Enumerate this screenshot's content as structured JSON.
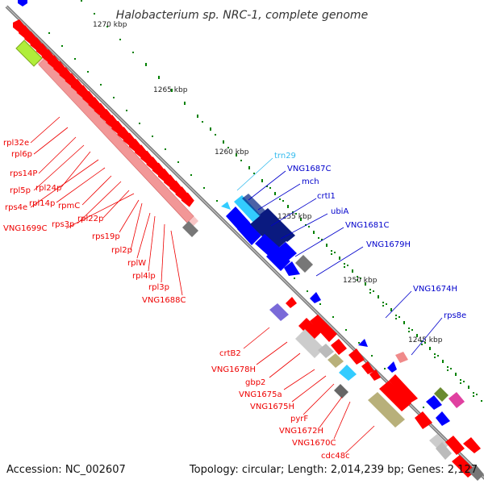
{
  "title": "Halobacterium sp. NRC-1, complete genome",
  "footer": {
    "accession": "Accession: NC_002607",
    "topology": "Topology: circular; Length: 2,014,239 bp; Genes: 2,127"
  },
  "scale_labels": [
    "1270 kbp",
    "1265 kbp",
    "1260 kbp",
    "1255 kbp",
    "1250 kbp",
    "1245 kbp"
  ],
  "colors": {
    "strand_forward": "#ff0000",
    "strand_reverse": "#0000ff",
    "pseudo_region": "#f28080",
    "rna_gene": "#33ccff",
    "misc_gray": "#999999",
    "olive": "#b8b07a",
    "green": "#7fb040",
    "magenta": "#e040a0",
    "navy": "#002080",
    "violet": "#7a6ad8",
    "label_left": "#ee0000",
    "label_right": "#0000cc",
    "label_trn": "#33bbee",
    "tick": "#008000"
  },
  "left_labels": [
    "rpl32e",
    "rpl6p",
    "rps14P",
    "rpl5p",
    "rpl24p",
    "rps4e",
    "rpl14p",
    "rpmC",
    "rps3p",
    "rpl22p",
    "VNG1699C",
    "rps19p",
    "rpl2p",
    "rplW",
    "rpl4lp",
    "rpl3p",
    "VNG1688C"
  ],
  "right_labels": [
    "trn29",
    "VNG1687C",
    "mch",
    "crtI1",
    "ubiA",
    "VNG1681C",
    "VNG1679H",
    "VNG1674H",
    "rps8e"
  ],
  "bottom_labels": [
    "crtB2",
    "VNG1678H",
    "gbp2",
    "VNG1675a",
    "VNG1675H",
    "pyrF",
    "VNG1672H",
    "VNG1670C",
    "cdc48c"
  ]
}
